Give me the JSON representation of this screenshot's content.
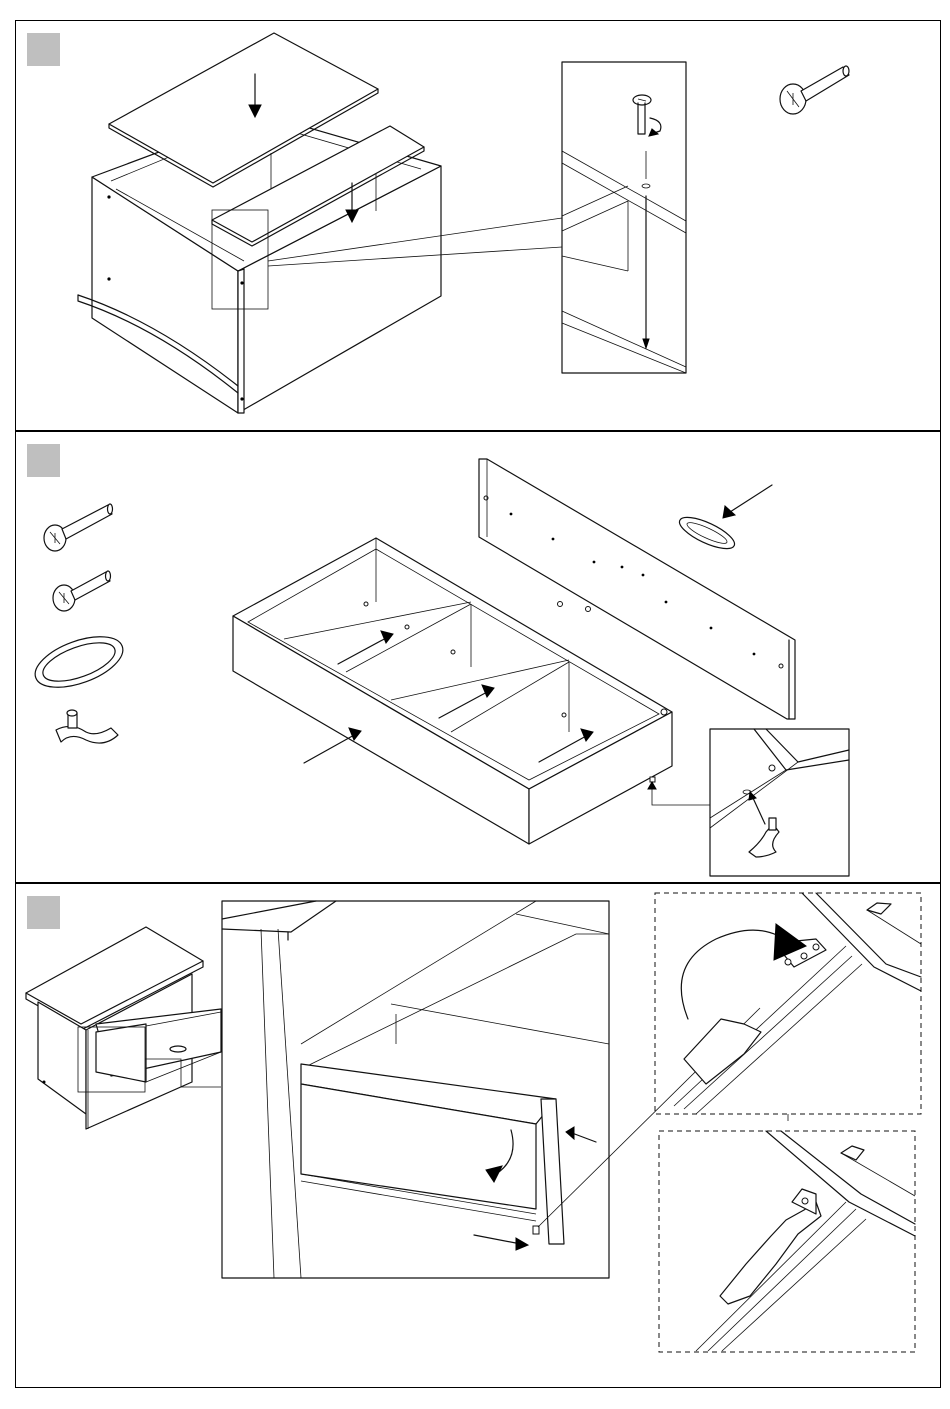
{
  "document": {
    "type": "assembly-instructions",
    "steps": [
      {
        "id": "step-1",
        "badge_color": "#bfbfbf"
      },
      {
        "id": "step-2",
        "badge_color": "#bfbfbf"
      },
      {
        "id": "step-3",
        "badge_color": "#bfbfbf"
      }
    ]
  },
  "icons": {
    "arrow": "arrow-icon",
    "rotate": "rotate-arrow-icon",
    "screw": "cam-bolt-icon",
    "dowel": "wood-dowel-icon",
    "ring": "rubber-ring-icon",
    "clip": "drawer-stop-clip-icon"
  }
}
